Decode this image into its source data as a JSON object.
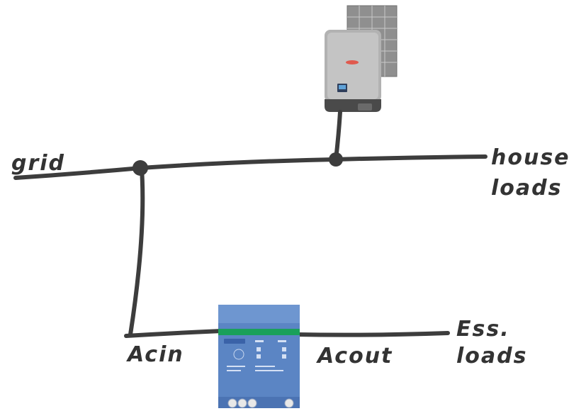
{
  "labels": {
    "grid": "grid",
    "house_loads_line1": "house",
    "house_loads_line2": "loads",
    "ac_in": "Acin",
    "ac_out": "Acout",
    "ess_loads_line1": "Ess.",
    "ess_loads_line2": "loads"
  },
  "colors": {
    "wire": "#3d3d3d",
    "inverter_body": "#5c86c6",
    "inverter_band": "#1aa05a",
    "pv_inverter_body": "#aeaeae",
    "pv_inverter_accent": "#e05a4e",
    "solar_panel": "#9b9b9b"
  },
  "icons": {
    "pv_inverter": "pv-inverter-icon",
    "solar_panel": "solar-panel-icon",
    "multi_inverter": "inverter-charger-icon"
  }
}
